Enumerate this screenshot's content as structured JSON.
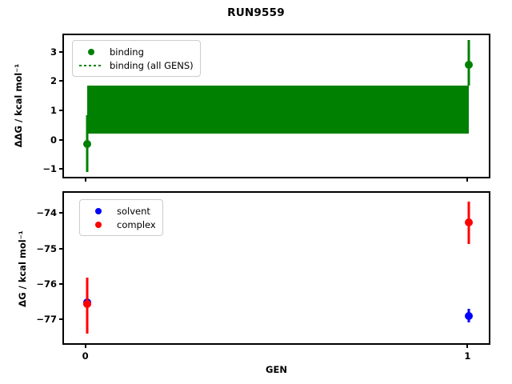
{
  "chart_data": [
    {
      "id": "top",
      "type": "scatter",
      "title": "RUN9559",
      "xlabel": "",
      "ylabel": "ΔΔG / kcal mol⁻¹",
      "xlim": [
        -0.06,
        1.06
      ],
      "ylim": [
        -1.32,
        3.62
      ],
      "xticks": [
        0,
        1
      ],
      "xticklabels": [
        "0",
        "1"
      ],
      "yticks": [
        -1,
        0,
        1,
        2,
        3
      ],
      "yticklabels": [
        "−1",
        "0",
        "1",
        "2",
        "3"
      ],
      "grid": false,
      "legend_position": "upper left",
      "series": [
        {
          "name": "binding",
          "style": "errorbar-marker",
          "color": "#008000",
          "x": [
            0,
            1
          ],
          "values": [
            -0.1,
            2.6
          ],
          "yerr_low": [
            -1.05,
            1.9
          ],
          "yerr_high": [
            0.9,
            3.45
          ]
        },
        {
          "name": "binding (all GENS)",
          "style": "dotted-band",
          "color": "#008000",
          "band_low": 0.27,
          "band_high": 1.9,
          "band_x_start": 0.0,
          "band_x_end": 1.0
        }
      ]
    },
    {
      "id": "bottom",
      "type": "scatter",
      "title": "",
      "xlabel": "GEN",
      "ylabel": "ΔG / kcal mol⁻¹",
      "xlim": [
        -0.06,
        1.06
      ],
      "ylim": [
        -77.72,
        -73.38
      ],
      "xticks": [
        0,
        1
      ],
      "xticklabels": [
        "0",
        "1"
      ],
      "yticks": [
        -77,
        -76,
        -75,
        -74
      ],
      "yticklabels": [
        "−77",
        "−76",
        "−75",
        "−74"
      ],
      "grid": false,
      "legend_position": "upper left",
      "series": [
        {
          "name": "solvent",
          "style": "errorbar-marker",
          "color": "#0000ff",
          "x": [
            0,
            1
          ],
          "values": [
            -76.47,
            -76.85
          ],
          "yerr_low": [
            -76.68,
            -77.05
          ],
          "yerr_high": [
            -76.27,
            -76.66
          ]
        },
        {
          "name": "complex",
          "style": "errorbar-marker",
          "color": "#ff0000",
          "x": [
            0,
            1
          ],
          "values": [
            -76.52,
            -74.22
          ],
          "yerr_low": [
            -77.35,
            -74.82
          ],
          "yerr_high": [
            -75.78,
            -73.63
          ]
        }
      ]
    }
  ],
  "figure": {
    "title": "RUN9559",
    "xlabel": "GEN",
    "background": "#ffffff"
  },
  "top_panel": {
    "ylabel": "ΔΔG / kcal mol⁻¹",
    "ytick_labels": [
      "3",
      "2",
      "1",
      "0",
      "−1"
    ],
    "legend": {
      "items": [
        {
          "label": "binding",
          "color": "#008000",
          "key": "dot"
        },
        {
          "label": "binding (all GENS)",
          "color": "#008000",
          "key": "dotted-line"
        }
      ]
    }
  },
  "bottom_panel": {
    "ylabel": "ΔG / kcal mol⁻¹",
    "ytick_labels": [
      "−74",
      "−75",
      "−76",
      "−77"
    ],
    "xtick_labels": [
      "0",
      "1"
    ],
    "legend": {
      "items": [
        {
          "label": "solvent",
          "color": "#0000ff",
          "key": "dot"
        },
        {
          "label": "complex",
          "color": "#ff0000",
          "key": "dot"
        }
      ]
    }
  },
  "colors": {
    "binding": "#008000",
    "solvent": "#0000ff",
    "complex": "#ff0000",
    "axis": "#000000"
  }
}
